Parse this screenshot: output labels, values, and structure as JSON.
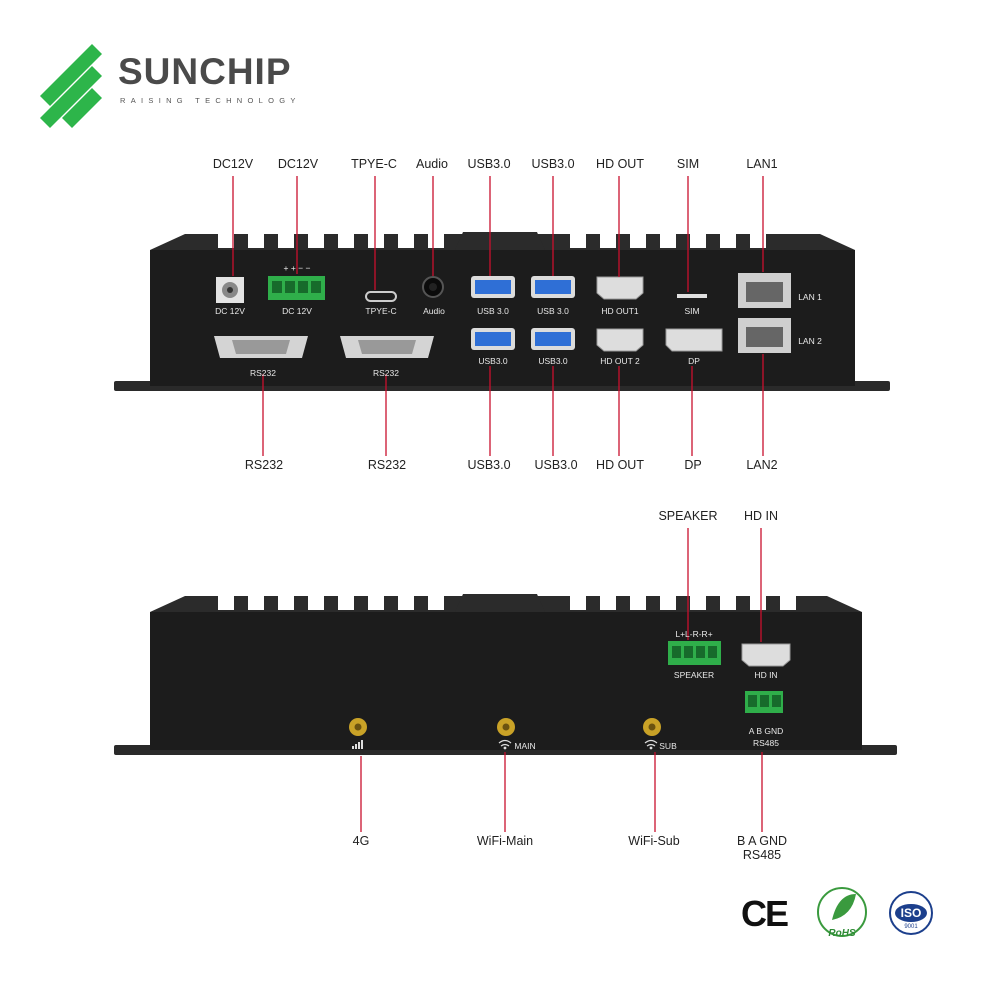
{
  "brand": {
    "name": "SUNCHIP",
    "tagline": "RAISING TECHNOLOGY",
    "color": "#2db54a"
  },
  "front": {
    "top_labels": [
      "DC12V",
      "DC12V",
      "TPYE-C",
      "Audio",
      "USB3.0",
      "USB3.0",
      "HD OUT",
      "SIM",
      "LAN1"
    ],
    "bottom_labels": [
      "RS232",
      "RS232",
      "USB3.0",
      "USB3.0",
      "HD OUT",
      "DP",
      "LAN2"
    ],
    "panel_labels": {
      "dc_jack": "DC 12V",
      "dc_terminal": "DC 12V",
      "terminal_signs": "+ + − −",
      "typec": "TPYE-C",
      "audio": "Audio",
      "usb_top_1": "USB 3.0",
      "usb_top_2": "USB 3.0",
      "hd_out1": "HD  OUT1",
      "sim": "SIM",
      "lan1": "LAN 1",
      "lan2": "LAN 2",
      "rs232_1": "RS232",
      "rs232_2": "RS232",
      "usb_bot_1": "USB3.0",
      "usb_bot_2": "USB3.0",
      "hd_out2": "HD  OUT 2",
      "dp": "DP"
    }
  },
  "back": {
    "top_labels": [
      "SPEAKER",
      "HD IN"
    ],
    "bottom_labels": [
      "4G",
      "WiFi-Main",
      "WiFi-Sub",
      "B  A  GND",
      "RS485"
    ],
    "panel_labels": {
      "speaker_signs": "L+L-R-R+",
      "speaker": "SPEAKER",
      "hd_in": "HD IN",
      "rs485_pins": "A  B  GND",
      "rs485": "RS485",
      "main": "MAIN",
      "sub": "SUB"
    }
  },
  "certifications": {
    "ce": "CE",
    "rohs": "RoHS",
    "iso": "ISO",
    "iso_num": "9001"
  },
  "colors": {
    "callout_line": "#c8102e",
    "device_body": "#1c1c1c",
    "terminal_green": "#2fae4a",
    "usb_blue": "#2f6fd6"
  }
}
